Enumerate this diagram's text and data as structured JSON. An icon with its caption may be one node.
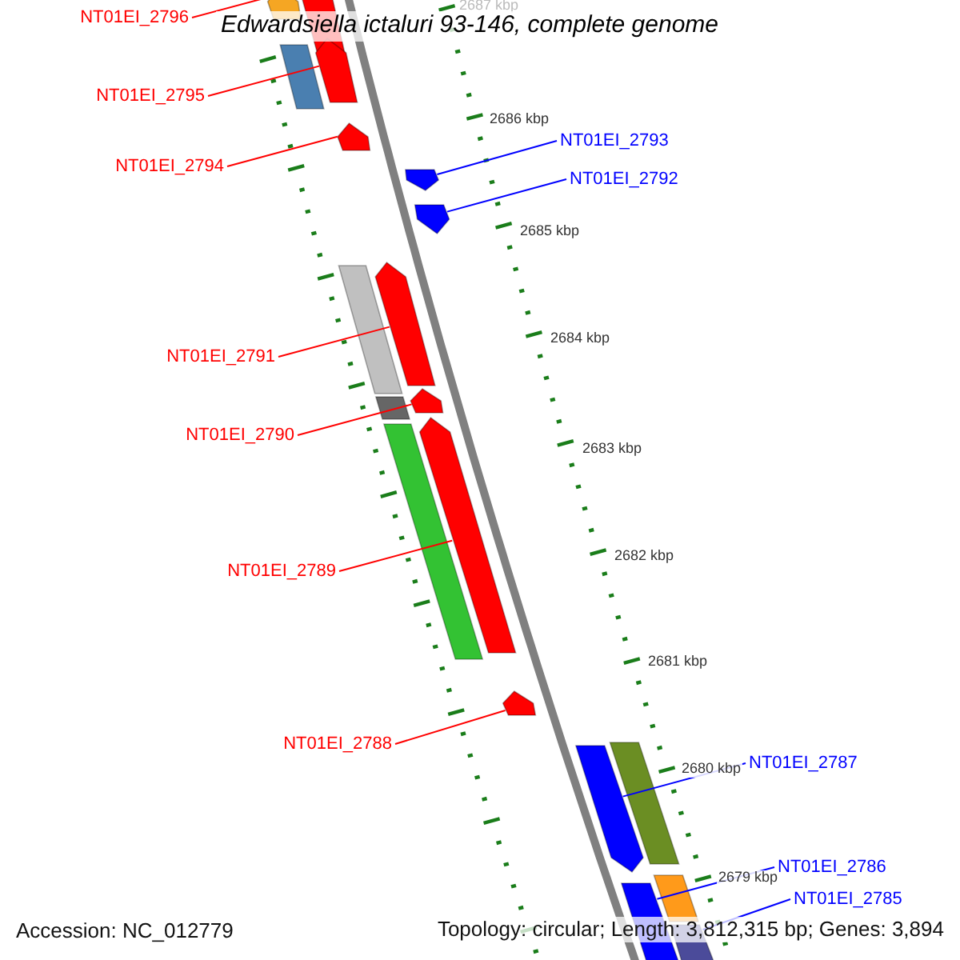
{
  "diagram": {
    "title": "Edwardsiella ictaluri 93-146, complete genome",
    "nodes": [
      {
        "text": [
          "NT01EI_2796"
        ]
      },
      {
        "text": [],
        "shape": "arrow"
      },
      {
        "text": [
          "NT01EI_2795"
        ]
      },
      {
        "text": [],
        "shape": "arrow"
      },
      {
        "text": [
          "NT01EI_2794"
        ]
      },
      {
        "text": [],
        "shape": "arrow"
      },
      {
        "text": [
          "NT01EI_2793"
        ]
      },
      {
        "text": [],
        "shape": "arrow"
      },
      {
        "text": [
          "NT01EI_2792"
        ]
      },
      {
        "text": [],
        "shape": "arrow"
      },
      {
        "text": [
          "NT01EI_2791"
        ]
      },
      {
        "text": [],
        "shape": "arrow"
      },
      {
        "text": [
          "NT01EI_2790"
        ]
      },
      {
        "text": [],
        "shape": "arrow"
      },
      {
        "text": [
          "NT01EI_2789"
        ]
      },
      {
        "text": [],
        "shape": "arrow"
      },
      {
        "text": [
          "NT01EI_2788"
        ]
      },
      {
        "text": [],
        "shape": "arrow"
      },
      {
        "text": [
          "NT01EI_2787"
        ]
      },
      {
        "text": [],
        "shape": "arrow"
      },
      {
        "text": [
          "NT01EI_2786"
        ]
      },
      {
        "text": [],
        "shape": "arrow"
      },
      {
        "text": [
          "NT01EI_2785"
        ]
      },
      {
        "text": [],
        "shape": "arrow"
      },
      {
        "text": [],
        "shape": "arrow"
      },
      {
        "text": [],
        "shape": "bar"
      },
      {
        "text": [],
        "shape": "bar"
      },
      {
        "text": [],
        "shape": "bar"
      },
      {
        "text": [],
        "shape": "bar"
      },
      {
        "text": [],
        "shape": "bar"
      },
      {
        "text": [],
        "shape": "bar"
      }
    ],
    "edges": [
      {
        "from": 0,
        "to": 1,
        "arrow": "none"
      },
      {
        "from": 2,
        "to": 3,
        "arrow": "none"
      },
      {
        "from": 4,
        "to": 5,
        "arrow": "none"
      },
      {
        "from": 6,
        "to": 7,
        "arrow": "none",
        "color": "#0000ff"
      },
      {
        "from": 8,
        "to": 9,
        "arrow": "none",
        "color": "#0000ff"
      },
      {
        "from": 10,
        "to": 11,
        "arrow": "none"
      },
      {
        "from": 12,
        "to": 13,
        "arrow": "none"
      },
      {
        "from": 14,
        "to": 15,
        "arrow": "none"
      },
      {
        "from": 16,
        "to": 17,
        "arrow": "none"
      },
      {
        "from": 18,
        "to": 19,
        "arrow": "none",
        "color": "#0000ff"
      },
      {
        "from": 20,
        "to": 21,
        "arrow": "none",
        "color": "#0000ff"
      },
      {
        "from": 22,
        "to": 23,
        "arrow": "none",
        "color": "#0000ff"
      }
    ],
    "labels": [
      "2687 kbp",
      "2686 kbp",
      "2685 kbp",
      "2684 kbp",
      "2683 kbp",
      "2682 kbp",
      "2681 kbp",
      "2680 kbp",
      "2679 kbp",
      "Accession: NC_012779",
      "Topology: circular; Length: 3,812,315 bp; Genes: 3,894"
    ]
  }
}
